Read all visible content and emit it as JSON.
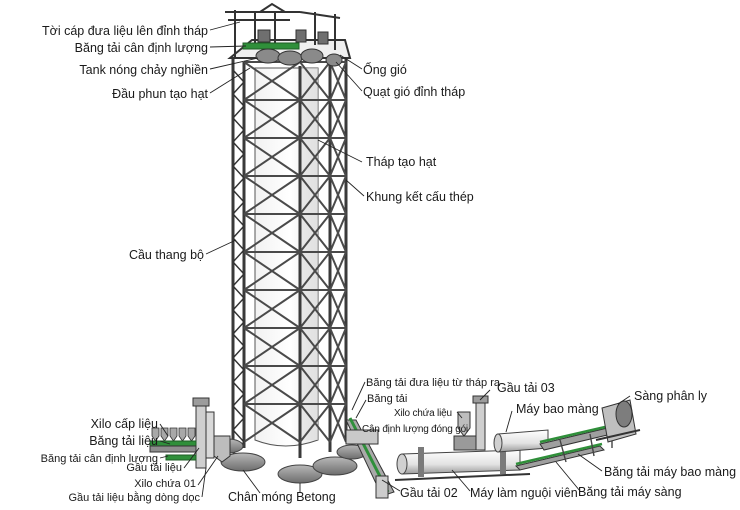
{
  "labels": {
    "toi_cap": "Tời cáp đưa liệu lên đỉnh tháp",
    "bang_tai_can_top": "Băng tải cân định lượng",
    "tank": "Tank nóng chảy nghiền",
    "dau_phun": "Đầu phun tạo hạt",
    "ong_gio": "Ống gió",
    "quat_gio": "Quạt gió đỉnh tháp",
    "thap_tao_hat": "Tháp tạo hạt",
    "khung_ket_cau": "Khung kết cấu thép",
    "cau_thang": "Cầu thang bộ",
    "bang_tai_dua_lieu": "Băng tải đưa liệu từ tháp ra",
    "bang_tai": "Băng tải",
    "xilo_chua_lieu": "Xilo chứa liệu",
    "can_dinh_luong_dong_goi": "Cân định lượng đóng gói",
    "gau_tai_03": "Gầu tải 03",
    "may_bao_mang": "Máy bao màng",
    "sang_phan_ly": "Sàng phân ly",
    "xilo_cap_lieu": "Xilo cấp liệu",
    "bang_tai_lieu": "Băng tải liệu",
    "bang_tai_can_bottom": "Băng tải cân định lượng",
    "gau_tai_lieu": "Gầu tải liệu",
    "xilo_chua_01": "Xilo chứa 01",
    "gau_tai_lieu_dong_doc": "Gầu tải liệu bằng dòng dọc",
    "chan_mong": "Chân móng Betong",
    "gau_tai_02": "Gầu tải 02",
    "may_lam_nguoi": "Máy làm nguội viên",
    "bang_tai_may_bao_mang": "Băng tải máy bao màng",
    "bang_tai_may_sang": "Băng tải máy sàng"
  }
}
